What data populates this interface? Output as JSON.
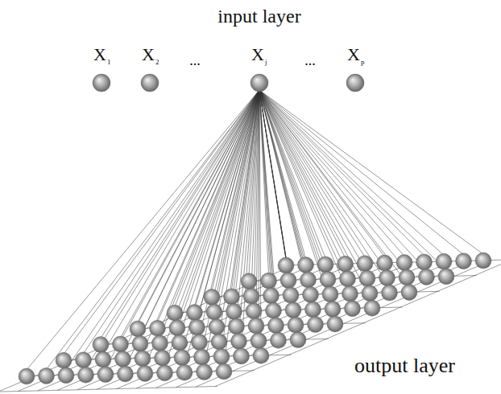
{
  "diagram": {
    "nodes": [
      {
        "text": [
          "X",
          "1"
        ]
      },
      {
        "text": [
          "X",
          "2"
        ]
      },
      {
        "text": [
          "X",
          "j"
        ]
      },
      {
        "text": [
          "X",
          "p"
        ]
      }
    ],
    "labels": [
      "input layer",
      "...",
      "...",
      "output layer"
    ]
  }
}
